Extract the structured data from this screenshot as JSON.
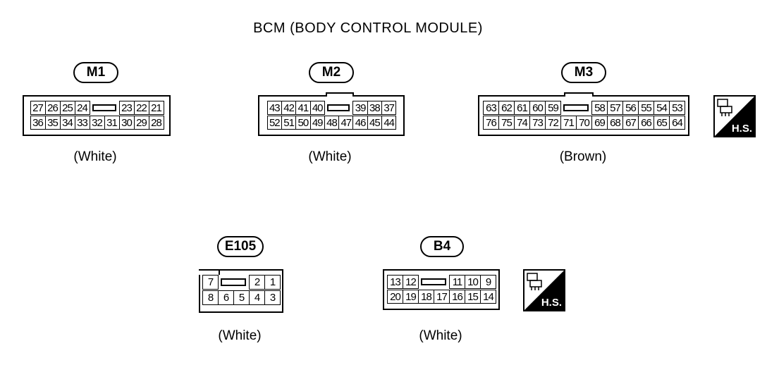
{
  "title": "BCM (BODY CONTROL MODULE)",
  "connectors": [
    {
      "id": "M1",
      "color": "(White)",
      "top_row": [
        "27",
        "26",
        "25",
        "24",
        "",
        "23",
        "22",
        "21"
      ],
      "bottom_row": [
        "36",
        "35",
        "34",
        "33",
        "32",
        "31",
        "30",
        "29",
        "28"
      ]
    },
    {
      "id": "M2",
      "color": "(White)",
      "top_row": [
        "43",
        "42",
        "41",
        "40",
        "",
        "39",
        "38",
        "37"
      ],
      "bottom_row": [
        "52",
        "51",
        "50",
        "49",
        "48",
        "47",
        "46",
        "45",
        "44"
      ]
    },
    {
      "id": "M3",
      "color": "(Brown)",
      "top_row": [
        "63",
        "62",
        "61",
        "60",
        "59",
        "",
        "58",
        "57",
        "56",
        "55",
        "54",
        "53"
      ],
      "bottom_row": [
        "76",
        "75",
        "74",
        "73",
        "72",
        "71",
        "70",
        "69",
        "68",
        "67",
        "66",
        "65",
        "64"
      ]
    },
    {
      "id": "E105",
      "color": "(White)",
      "top_row": [
        "7",
        "",
        "2",
        "1"
      ],
      "bottom_row": [
        "8",
        "6",
        "5",
        "4",
        "3"
      ]
    },
    {
      "id": "B4",
      "color": "(White)",
      "top_row": [
        "13",
        "12",
        "",
        "11",
        "10",
        "9"
      ],
      "bottom_row": [
        "20",
        "19",
        "18",
        "17",
        "16",
        "15",
        "14"
      ]
    }
  ],
  "hs_icons": [
    {
      "label": "H.S.",
      "icon": "harness-side-connector-icon"
    },
    {
      "label": "H.S.",
      "icon": "harness-side-connector-icon"
    }
  ]
}
